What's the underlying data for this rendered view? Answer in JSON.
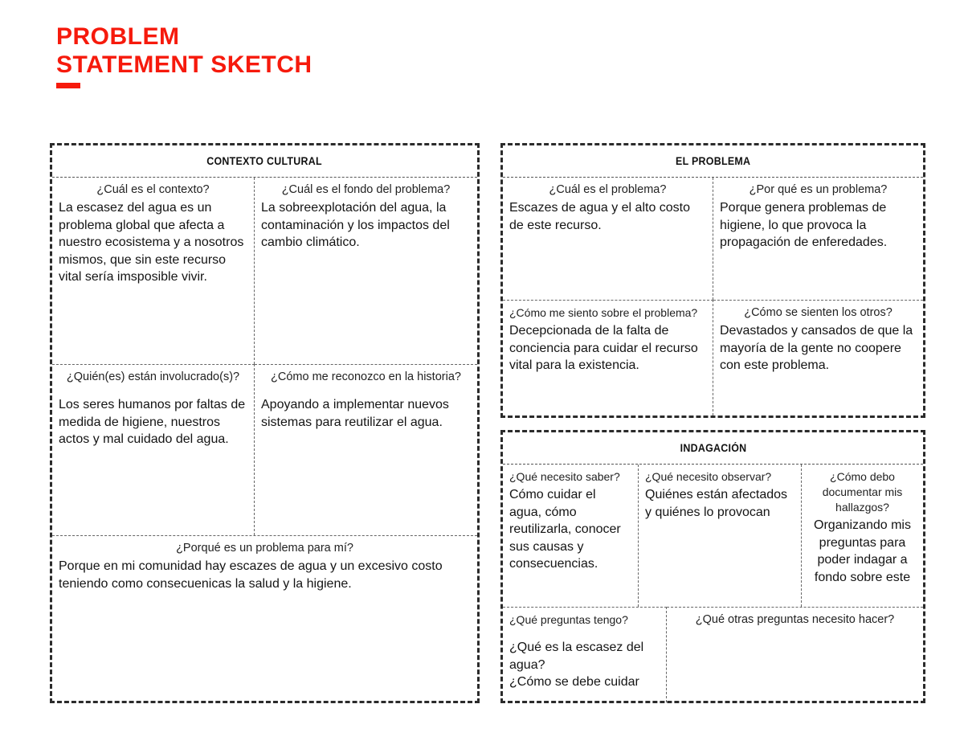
{
  "title": {
    "line1": "PROBLEM",
    "line2": "STATEMENT SKETCH",
    "accent_color": "#f61a0c"
  },
  "panels": {
    "contexto": {
      "header": "CONTEXTO CULTURAL",
      "cells": {
        "contexto": {
          "question": "¿Cuál es el contexto?",
          "answer": "La escasez del agua es un problema global que afecta a nuestro ecosistema y a nosotros mismos, que sin este recurso vital sería imsposible vivir."
        },
        "fondo": {
          "question": "¿Cuál es el fondo del problema?",
          "answer": "La sobreexplotación del agua, la contaminación y los impactos del cambio climático."
        },
        "involucrados": {
          "question": "¿Quién(es) están involucrado(s)?",
          "answer": "Los seres humanos por faltas de medida de higiene, nuestros actos y mal cuidado del agua."
        },
        "historia": {
          "question": "¿Cómo me reconozco en la historia?",
          "answer": "Apoyando a implementar nuevos sistemas para reutilizar el agua."
        },
        "porque_para_mi": {
          "question": "¿Porqué es un problema para mí?",
          "answer": "Porque en mi comunidad hay escazes de agua y un excesivo costo teniendo como consecuenicas la salud y la higiene."
        }
      }
    },
    "problema": {
      "header": "EL PROBLEMA",
      "cells": {
        "cual": {
          "question": "¿Cuál es el problema?",
          "answer": "Escazes de agua y el alto costo de este recurso."
        },
        "porque": {
          "question": "¿Por qué es un problema?",
          "answer": "Porque genera problemas de higiene, lo que provoca la propagación de enferedades."
        },
        "como_me_siento": {
          "question": "¿Cómo me siento sobre el problema?",
          "answer": "Decepcionada de la falta de conciencia para cuidar el recurso vital para la existencia."
        },
        "como_otros": {
          "question": "¿Cómo se sienten los otros?",
          "answer": "Devastados y cansados de que la mayoría de la gente no coopere con este problema."
        }
      }
    },
    "indagacion": {
      "header": "INDAGACIÓN",
      "cells": {
        "saber": {
          "question": "¿Qué necesito saber?",
          "answer": "Cómo cuidar el agua, cómo reutilizarla, conocer sus causas y consecuencias."
        },
        "observar": {
          "question": "¿Qué necesito observar?",
          "answer": "Quiénes están afectados y quiénes lo provocan"
        },
        "documentar": {
          "question": "¿Cómo debo documentar mis hallazgos?",
          "answer": "Organizando mis preguntas para poder indagar a fondo sobre este"
        },
        "preguntas_tengo": {
          "question": "¿Qué preguntas tengo?",
          "answer": "¿Qué es la escasez del agua?\n¿Cómo se debe cuidar"
        },
        "otras_preguntas": {
          "question": "¿Qué otras preguntas necesito hacer?",
          "answer": ""
        }
      }
    }
  }
}
